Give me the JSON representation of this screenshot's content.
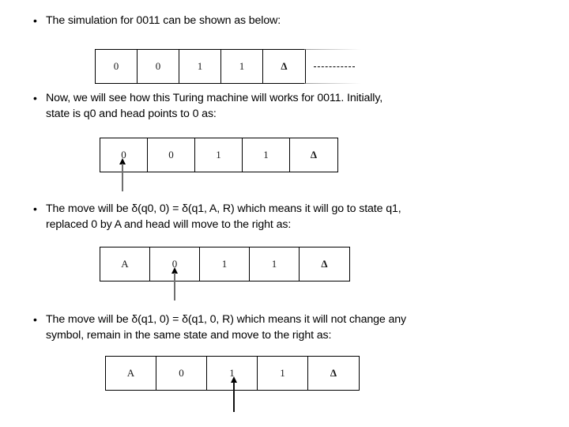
{
  "slide": {
    "background_color": "#ffffff",
    "text_color": "#000000",
    "bullets": [
      {
        "marker": "•",
        "text": "The simulation for 0011 can be shown as below:"
      },
      {
        "marker": "•",
        "text": "Now, we will see how this Turing machine will works for 0011. Initially,\nstate is q0 and head points to 0 as:"
      },
      {
        "marker": "•",
        "text": "The move will be δ(q0, 0) = δ(q1, A, R) which means it will go to state q1,\nreplaced 0 by A and head will move to the right as:"
      },
      {
        "marker": "•",
        "text": "The move will be δ(q1, 0) = δ(q1, 0, R) which means it will not change any\nsymbol, remain in the same state and move to the right as:"
      }
    ]
  },
  "tapes": [
    {
      "name": "tape-initial",
      "cells": [
        "0",
        "0",
        "1",
        "1",
        "Δ"
      ],
      "head_index": null,
      "trailing": "------"
    },
    {
      "name": "tape-state-q0",
      "cells": [
        "0",
        "0",
        "1",
        "1",
        "Δ"
      ],
      "head_index": 0,
      "trailing": null
    },
    {
      "name": "tape-after-move-1",
      "cells": [
        "A",
        "0",
        "1",
        "1",
        "Δ"
      ],
      "head_index": 1,
      "trailing": null
    },
    {
      "name": "tape-after-move-2",
      "cells": [
        "A",
        "0",
        "1",
        "1",
        "Δ"
      ],
      "head_index": 2,
      "trailing": null
    }
  ]
}
